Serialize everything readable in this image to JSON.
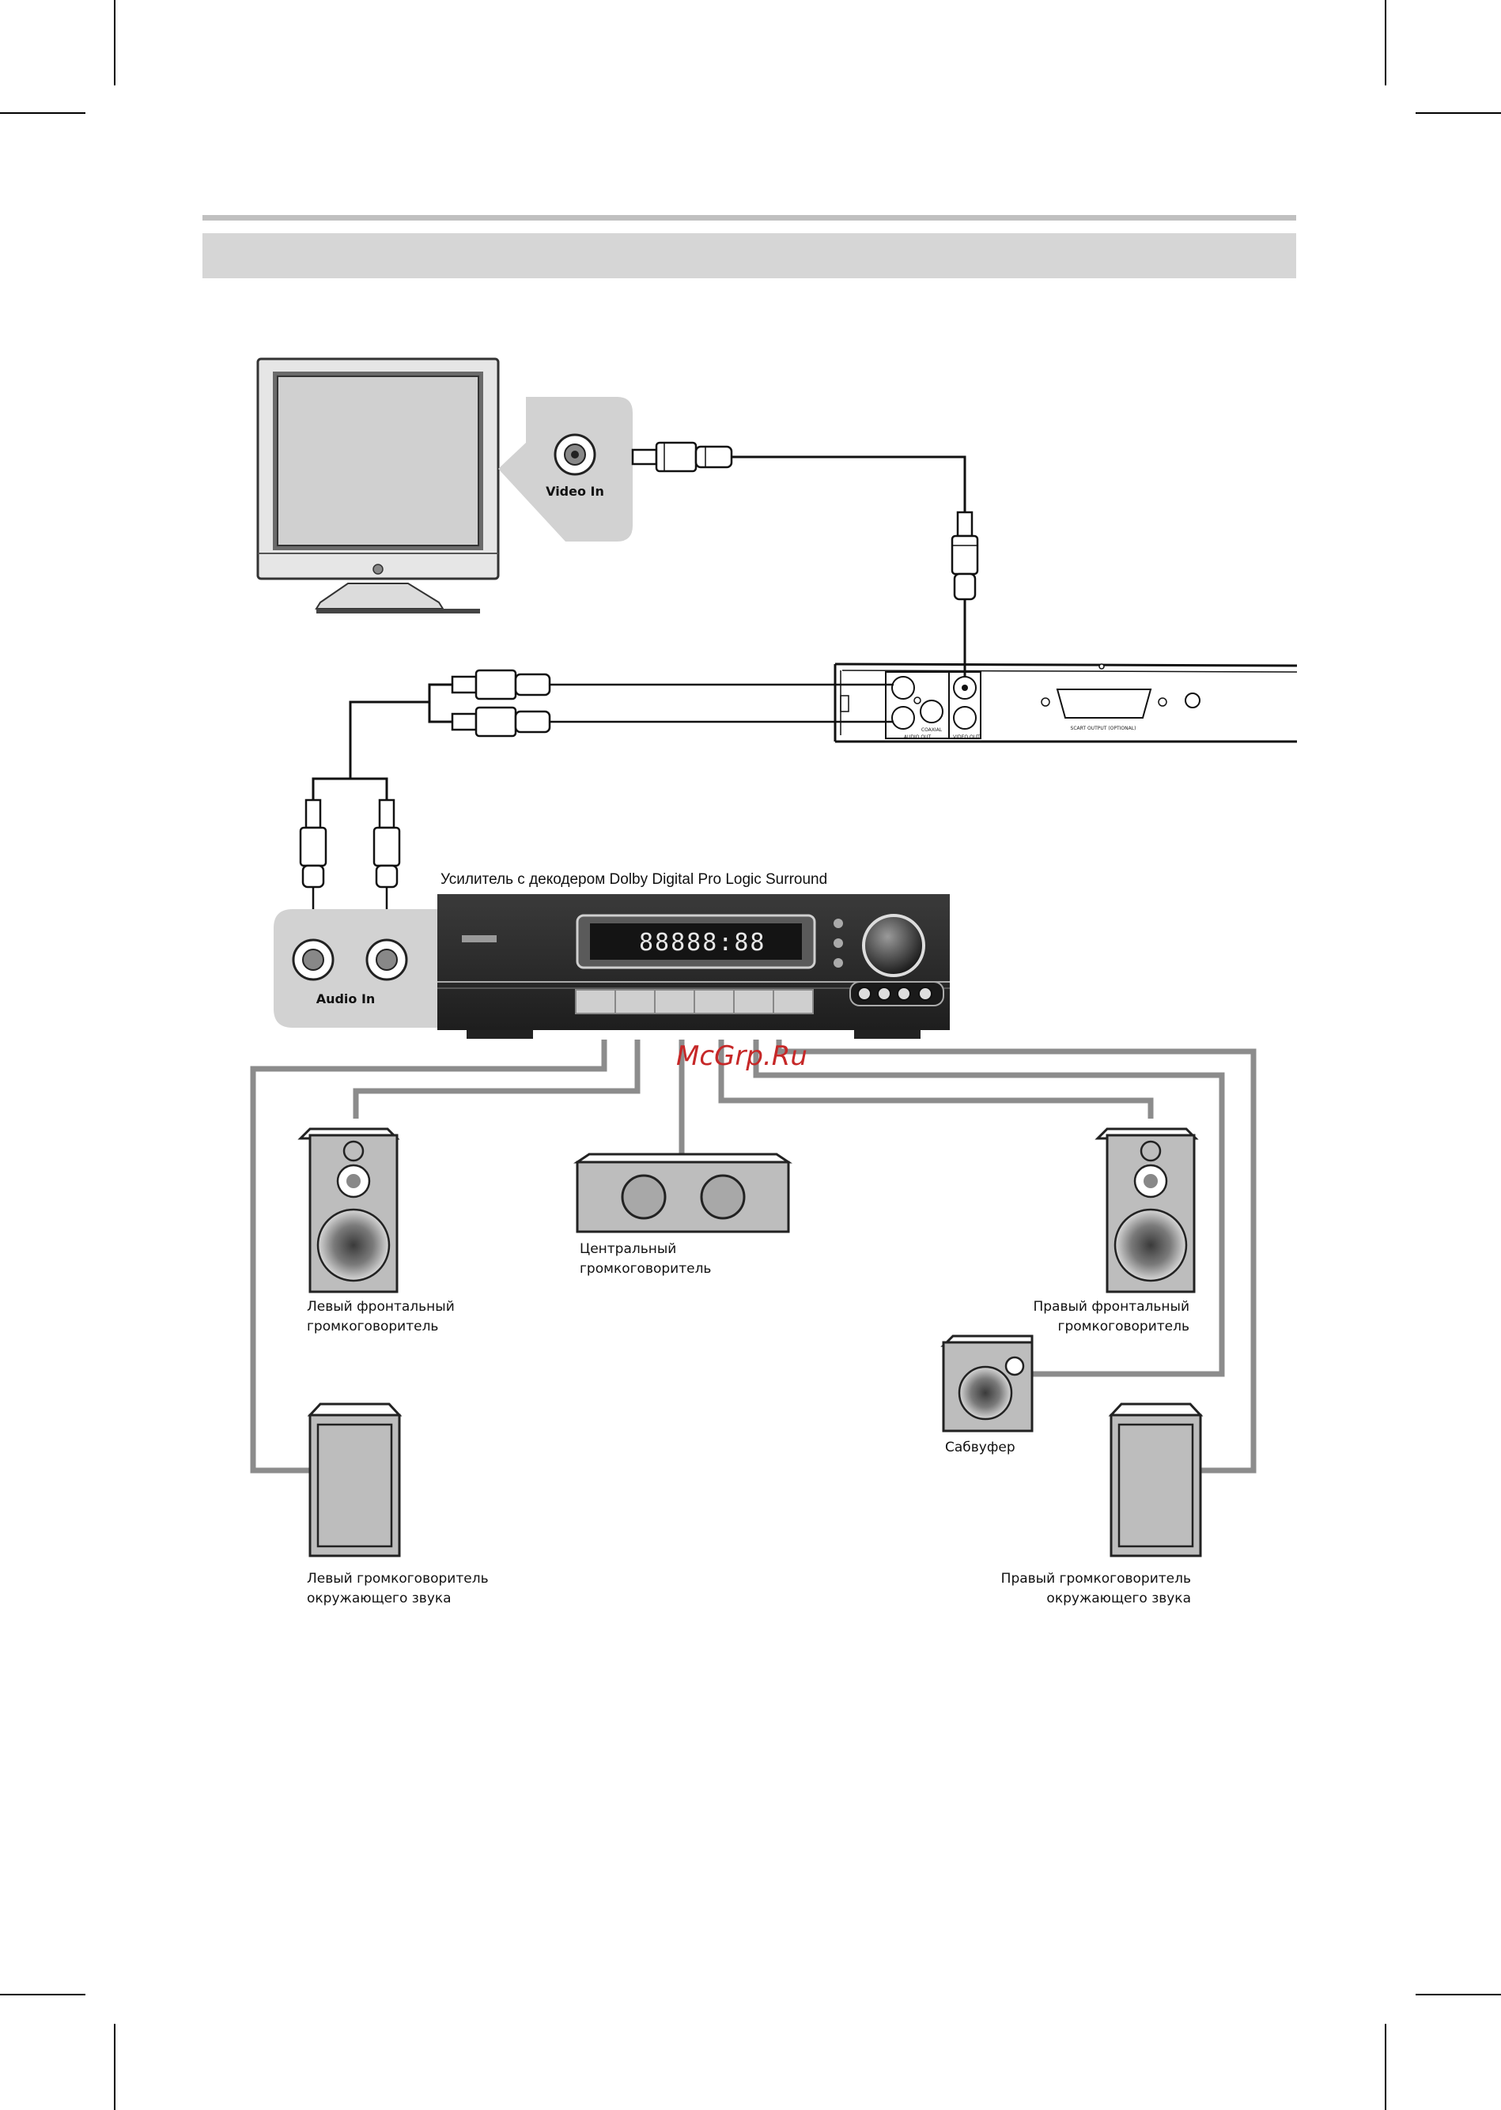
{
  "labels": {
    "video_in": "Video In",
    "audio_in": "Audio In",
    "amplifier": "Усилитель с декодером Dolby Digital Pro Logic Surround",
    "watermark": "McGrp.Ru",
    "center_line1": "Центральный",
    "center_line2": "громкоговоритель",
    "left_front_line1": "Левый фронтальный",
    "left_front_line2": "громкоговоритель",
    "right_front_line1": "Правый фронтальный",
    "right_front_line2": "громкоговоритель",
    "subwoofer": "Сабвуфер",
    "left_surround_line1": "Левый громкоговоритель",
    "left_surround_line2": "окружающего звука",
    "right_surround_line1": "Правый громкоговоритель",
    "right_surround_line2": "окружающего звука",
    "display_digits": "88888:88"
  },
  "dvd_panel": {
    "audio_out": "AUDIO OUT",
    "video_out": "VIDEO OUT",
    "coaxial": "COAXIAL",
    "scart": "SCART OUTPUT (OPTIONAL)"
  },
  "colors": {
    "header_bar": "#d6d6d6",
    "header_line": "#c0c0c0",
    "callout_bg": "#d2d2d2",
    "speaker_wire": "#8c8c8c",
    "watermark": "#c62828",
    "amp_body": "#2b2b2b"
  }
}
